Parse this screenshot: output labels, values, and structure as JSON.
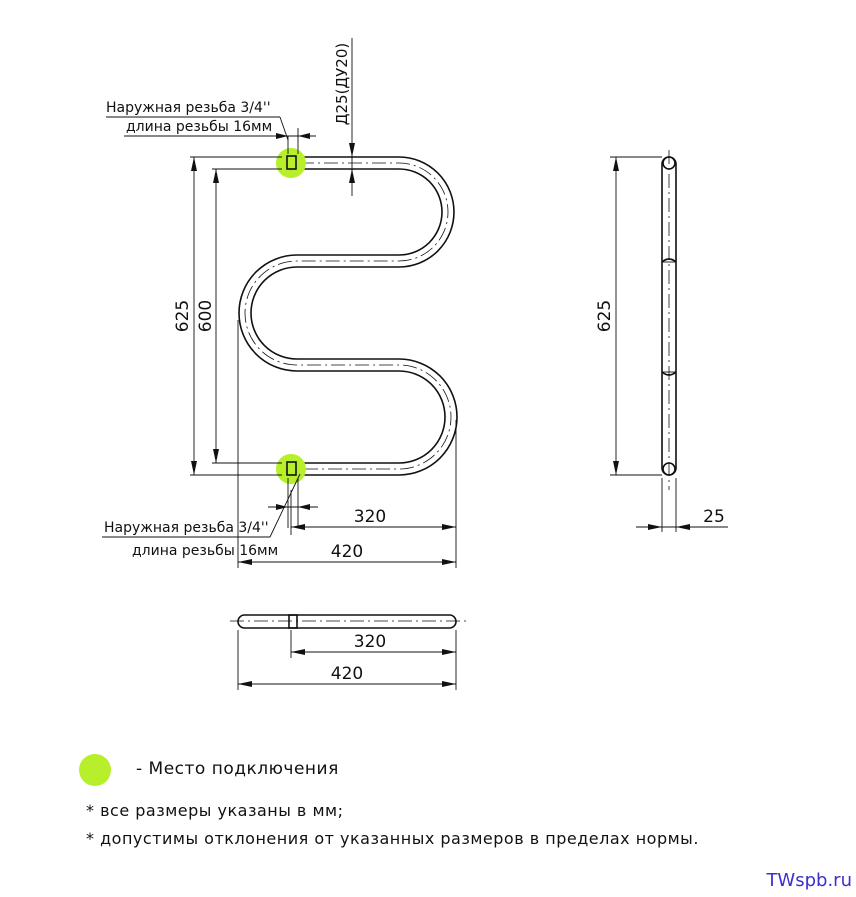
{
  "colors": {
    "connection": "#b7ef2b",
    "line": "#111111",
    "brand": "#3d2fc9"
  },
  "labels": {
    "thread_top": "Наружная резьба 3/4''",
    "thread_len_top": "длина резьбы 16мм",
    "thread_bottom": "Наружная резьба 3/4''",
    "thread_len_bottom": "длина резьбы 16мм",
    "pipe_diameter": "Д25(ДУ20)"
  },
  "dimensions": {
    "height_total": "625",
    "height_axes": "600",
    "width_inner": "320",
    "width_total": "420",
    "side_height": "625",
    "side_depth": "25",
    "top_inner": "320",
    "top_total": "420"
  },
  "legend": {
    "connection_text": "- Место подключения"
  },
  "notes": [
    "* все размеры указаны в мм;",
    "* допустимы отклонения от указанных размеров в пределах нормы."
  ],
  "brand": "TWspb.ru"
}
